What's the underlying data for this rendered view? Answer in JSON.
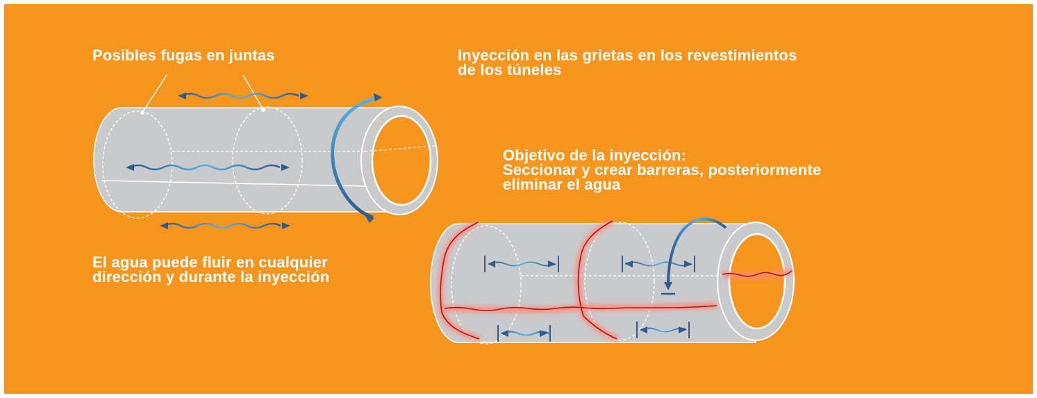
{
  "colors": {
    "background": "#F7941D",
    "tube_fill": "#C9CACC",
    "tube_stroke": "#FFFFFF",
    "arrow_dark": "#2E5C8F",
    "arrow_light": "#55B3E6",
    "crack": "#A01A1A",
    "crack_glow": "#FF8A7A"
  },
  "left_diagram": {
    "label_leaks": "Posibles fugas en juntas",
    "label_flow_line1": "El agua puede fluir en cualquier",
    "label_flow_line2": "dirección y durante la inyección"
  },
  "right_diagram": {
    "title_line1": "Inyección en las grietas en los revestimientos",
    "title_line2": "de los túneles",
    "objective_line1": "Objetivo de la inyección:",
    "objective_line2": "Seccionar y crear barreras, posteriormente",
    "objective_line3": "eliminar el agua"
  }
}
